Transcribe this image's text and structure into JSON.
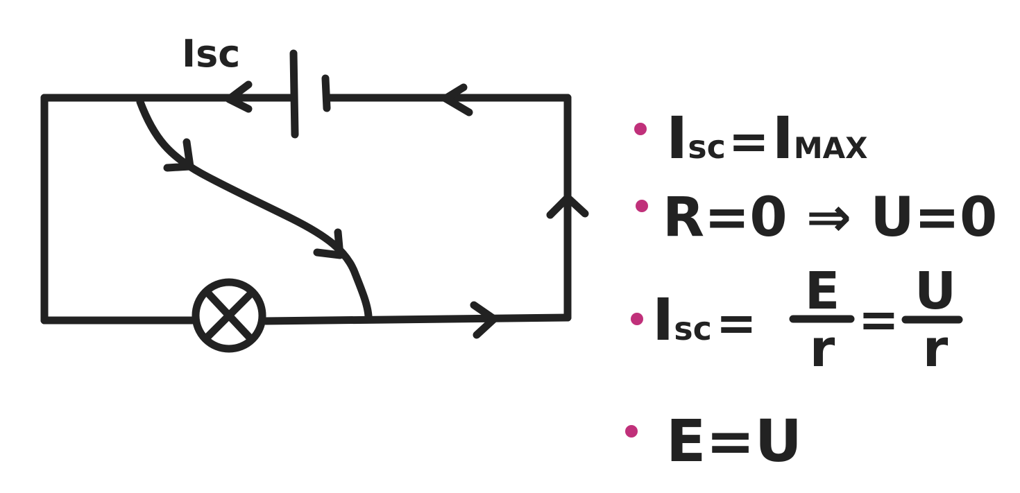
{
  "diagram": {
    "circuit_label": "Isc",
    "colors": {
      "ink": "#222222",
      "bullet": "#c0307a",
      "background": "#ffffff"
    }
  },
  "notes": {
    "line1": {
      "lhs_I": "I",
      "lhs_sub": "sc",
      "eq": "=",
      "rhs_I": "I",
      "rhs_sub": "MAX"
    },
    "line2": {
      "text": "R=0 ⇒ U=0"
    },
    "line3": {
      "lhs_I": "I",
      "lhs_sub": "sc",
      "eq1": "=",
      "frac1_num": "E",
      "frac1_den": "r",
      "eq2": "=",
      "frac2_num": "U",
      "frac2_den": "r"
    },
    "line4": {
      "text": "E=U"
    }
  }
}
